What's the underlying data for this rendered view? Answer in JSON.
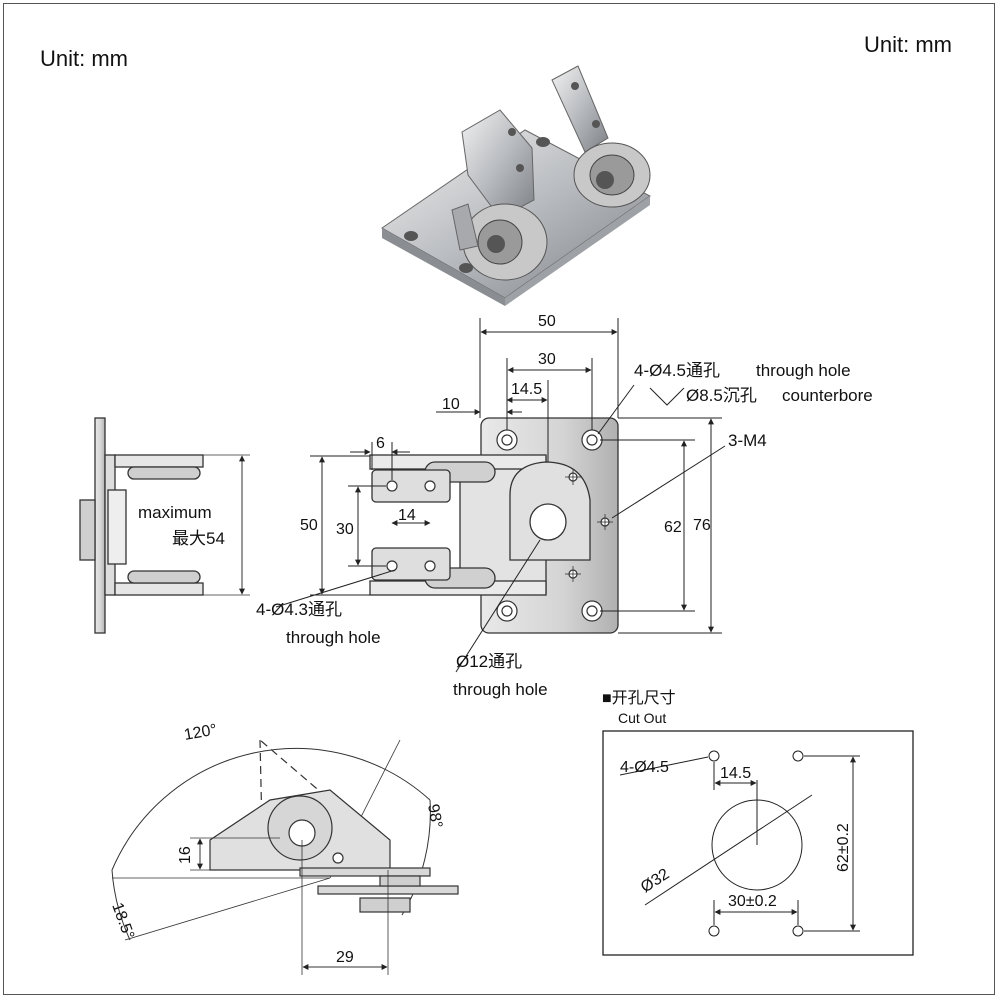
{
  "units": {
    "left": "Unit: mm",
    "right": "Unit: mm"
  },
  "front_view": {
    "dim_50": "50",
    "dim_30": "30",
    "dim_14_5": "14.5",
    "dim_10": "10",
    "dim_6": "6",
    "dim_14": "14",
    "dim_50_v": "50",
    "dim_30_v": "30",
    "dim_62": "62",
    "dim_76": "76",
    "hole_spec_main": "4-Ø4.5通孔",
    "hole_spec_main_en": "through hole",
    "counterbore_spec": "Ø8.5沉孔",
    "counterbore_en": "counterbore",
    "tap_spec": "3-M4",
    "tab_holes_spec": "4-Ø4.3通孔",
    "tab_holes_en": "through hole",
    "center_hole_spec": "Ø12通孔",
    "center_hole_en": "through hole"
  },
  "side_view": {
    "max_label": "maximum",
    "max_value": "最大54"
  },
  "rotation_view": {
    "angle_120": "120°",
    "angle_98": "98°",
    "angle_18_5": "18.5°",
    "dim_16": "16",
    "dim_29": "29"
  },
  "cutout": {
    "title_cn": "■开孔尺寸",
    "title_en": "Cut Out",
    "holes": "4-Ø4.5",
    "dim_14_5": "14.5",
    "circle": "Ø32",
    "dim_62": "62±0.2",
    "dim_30": "30±0.2"
  }
}
